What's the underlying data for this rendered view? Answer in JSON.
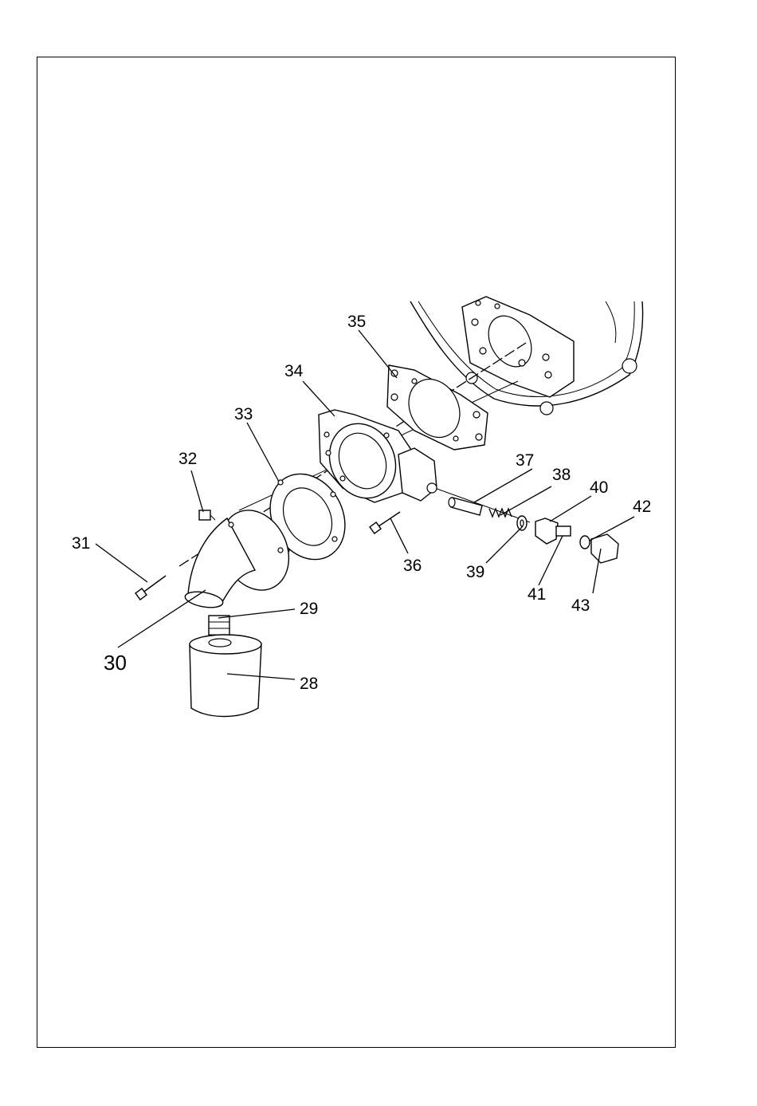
{
  "diagram": {
    "callouts": {
      "c28": "28",
      "c29": "29",
      "c30": "30",
      "c31": "31",
      "c32": "32",
      "c33": "33",
      "c34": "34",
      "c35": "35",
      "c36": "36",
      "c37": "37",
      "c38": "38",
      "c39": "39",
      "c40": "40",
      "c41": "41",
      "c42": "42",
      "c43": "43"
    }
  }
}
